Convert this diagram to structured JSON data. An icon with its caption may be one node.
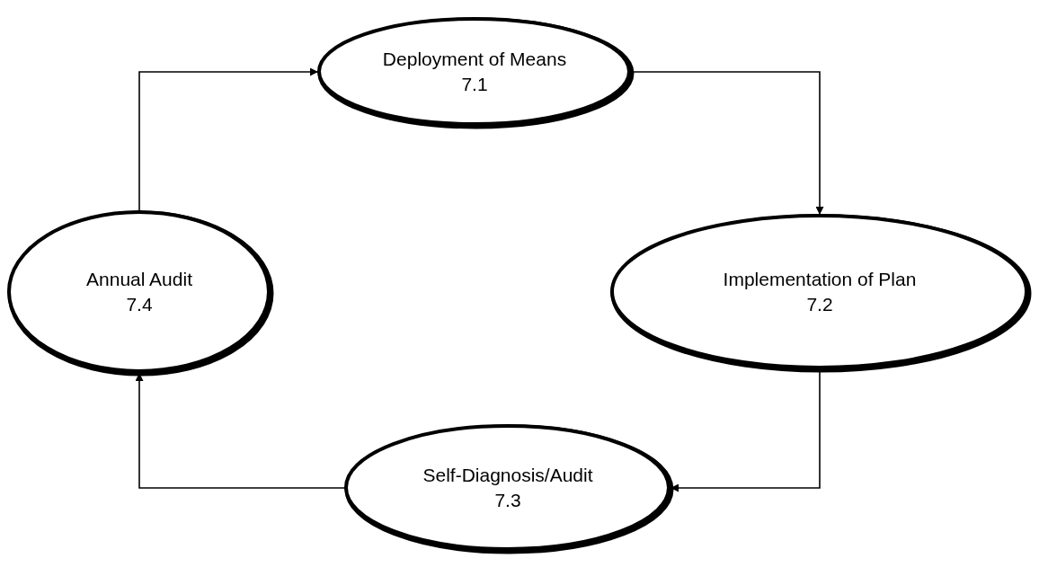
{
  "diagram": {
    "nodes": [
      {
        "text": [
          "Deployment of Means",
          "7.1"
        ]
      },
      {
        "text": [
          "Implementation of Plan",
          "7.2"
        ]
      },
      {
        "text": [
          "Self-Diagnosis/Audit",
          "7.3"
        ]
      },
      {
        "text": [
          "Annual Audit",
          "7.4"
        ]
      }
    ],
    "edges": [
      {
        "from": 0,
        "to": 1,
        "arrow": "to"
      },
      {
        "from": 1,
        "to": 2,
        "arrow": "to"
      },
      {
        "from": 2,
        "to": 3,
        "arrow": "to"
      },
      {
        "from": 3,
        "to": 0,
        "arrow": "to"
      }
    ]
  }
}
